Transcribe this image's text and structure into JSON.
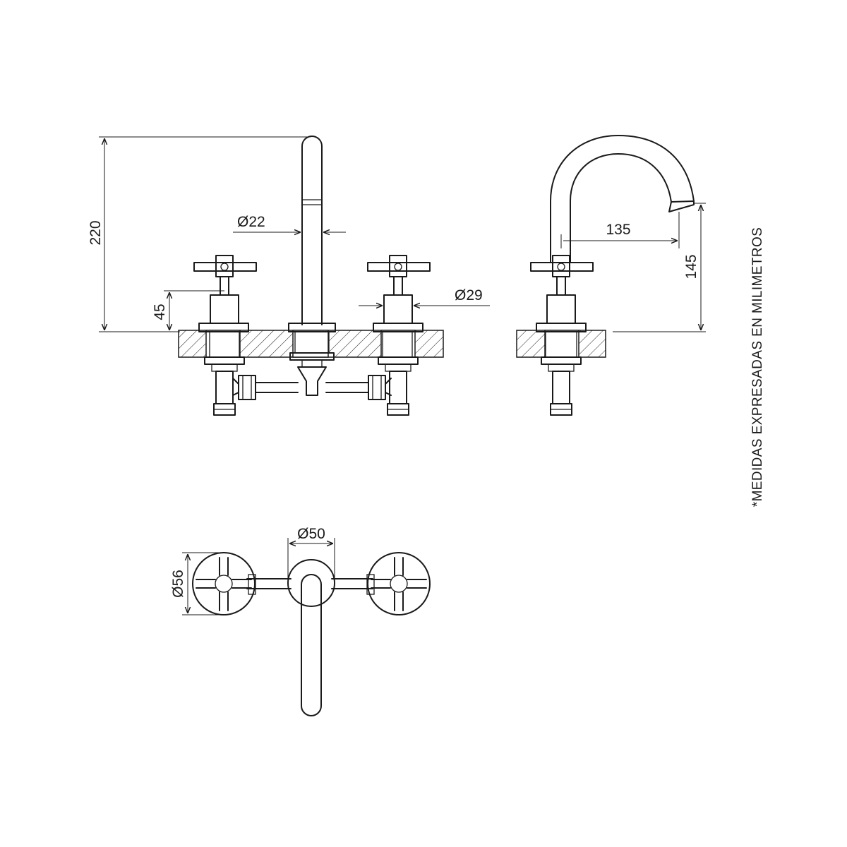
{
  "dimensions": {
    "height_total": "220",
    "handle_height": "45",
    "spout_diameter": "Ø22",
    "handle_base_diameter": "Ø29",
    "spout_reach": "135",
    "spout_outlet_height": "145",
    "spout_base_diameter": "Ø50",
    "handle_cross_diameter": "Ø56"
  },
  "note": "*MEDIDAS EXPRESADAS EN MILIMETROS",
  "colors": {
    "line": "#1a1a1a",
    "background": "#ffffff"
  }
}
